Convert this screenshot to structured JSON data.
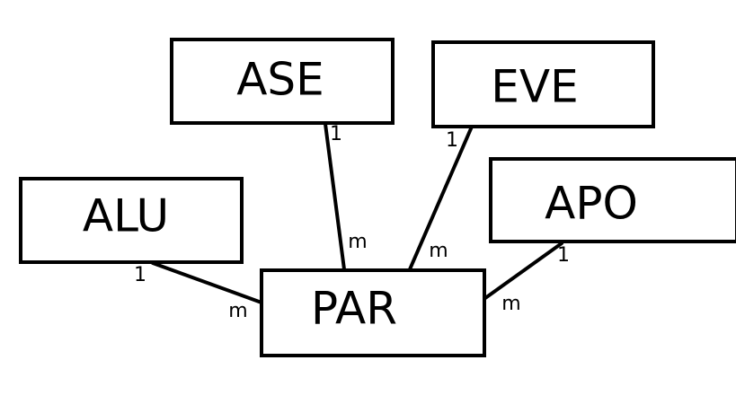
{
  "diagram": {
    "entities": {
      "ase": "ASE",
      "eve": "EVE",
      "alu": "ALU",
      "apo": "APO",
      "par": "PAR"
    },
    "relationships": {
      "ase_par": {
        "one": "1",
        "many": "m"
      },
      "eve_par": {
        "one": "1",
        "many": "m"
      },
      "alu_par": {
        "one": "1",
        "many": "m"
      },
      "apo_par": {
        "one": "1",
        "many": "m"
      }
    },
    "colors": {
      "stroke": "#000000",
      "background": "#ffffff"
    }
  }
}
